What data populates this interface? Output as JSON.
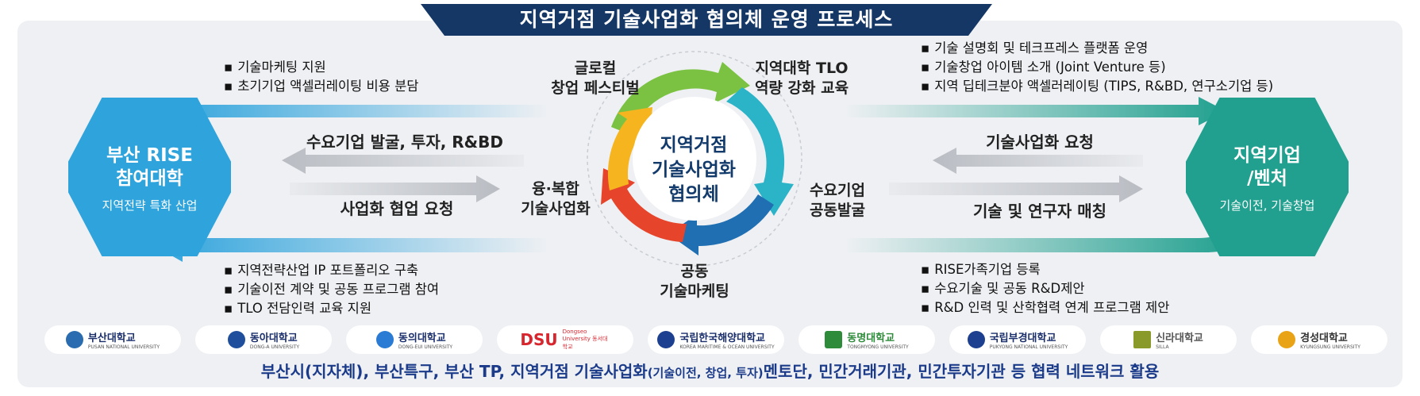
{
  "title": "지역거점 기술사업화 협의체 운영 프로세스",
  "left_hex": {
    "title_line1": "부산 RISE",
    "title_line2": "참여대학",
    "subtitle": "지역전략 특화 산업"
  },
  "right_hex": {
    "title_line1": "지역기업",
    "title_line2": "/벤처",
    "subtitle": "기술이전, 기술창업"
  },
  "center": {
    "line1": "지역거점",
    "line2": "기술사업화",
    "line3": "협의체"
  },
  "cycle_labels": {
    "top_left": {
      "line1": "글로컬",
      "line2": "창업 페스티벌"
    },
    "top_right": {
      "line1": "지역대학 TLO",
      "line2": "역량 강화 교육"
    },
    "right": {
      "line1": "수요기업",
      "line2": "공동발굴"
    },
    "bottom": {
      "line1": "공동",
      "line2": "기술마케팅"
    },
    "left": {
      "line1": "융·복합",
      "line2": "기술사업화"
    }
  },
  "flows": {
    "left_top": "수요기업 발굴, 투자, R&BD",
    "left_bottom": "사업화 협업 요청",
    "right_top": "기술사업화 요청",
    "right_bottom": "기술 및 연구자 매칭"
  },
  "bullets": {
    "top_left": [
      "기술마케팅 지원",
      "초기기업 액셀러레이팅  비용 분담"
    ],
    "top_right": [
      "기술 설명회 및 테크프레스 플랫폼 운영",
      "기술창업 아이템 소개 (Joint Venture 등)",
      "지역  딥테크분야 액셀러레이팅 (TIPS, R&BD, 연구소기업 등)"
    ],
    "bottom_left": [
      "지역전략산업 IP 포트폴리오 구축",
      "기술이전 계약 및 공동 프로그램 참여",
      "TLO 전담인력 교육 지원"
    ],
    "bottom_right": [
      "RISE가족기업 등록",
      "수요기술 및 공동 R&D제안",
      "R&D 인력 및 산학협력 연계 프로그램 제안"
    ]
  },
  "logos": [
    {
      "name": "부산대학교",
      "sub": "PUSAN NATIONAL UNIVERSITY",
      "color": "#2b6cb0"
    },
    {
      "name": "동아대학교",
      "sub": "DONG-A UNIVERSITY",
      "color": "#1f4f9c"
    },
    {
      "name": "동의대학교",
      "sub": "DONG-EUI UNIVERSITY",
      "color": "#2a7bd4"
    },
    {
      "name": "DSU",
      "sub": "Dongseo University 동서대학교",
      "color": "#d7262e"
    },
    {
      "name": "국립한국해양대학교",
      "sub": "KOREA MARITIME & OCEAN UNIVERSITY",
      "color": "#1d3f8f"
    },
    {
      "name": "동명대학교",
      "sub": "TONGMYONG UNIVERSITY",
      "color": "#2e8b3a"
    },
    {
      "name": "국립부경대학교",
      "sub": "PUKYONG NATIONAL UNIVERSITY",
      "color": "#1d3f8f"
    },
    {
      "name": "신라대학교",
      "sub": "SILLA",
      "color": "#8a9a2a"
    },
    {
      "name": "경성대학교",
      "sub": "KYUNGSUNG UNIVERSITY",
      "color": "#e8a317"
    }
  ],
  "footer": {
    "part1": "부산시(지자체), 부산특구, 부산 TP, 지역거점 기술사업화",
    "part2": "(기술이전, 창업, 투자)",
    "part3": "멘토단, 민간거래기관, 민간투자기관 등 협력 네트워크 활용"
  },
  "colors": {
    "navy": "#153766",
    "left_blue": "#2ea3dc",
    "right_teal": "#21a08f"
  }
}
